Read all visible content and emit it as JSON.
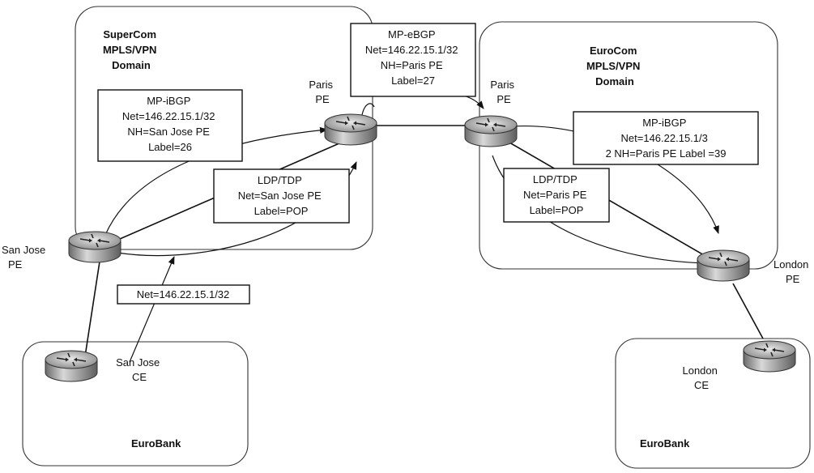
{
  "domains": {
    "supercom": [
      "SuperCom",
      "MPLS/VPN",
      "Domain"
    ],
    "eurocom": [
      "EuroCom",
      "MPLS/VPN",
      "Domain"
    ],
    "eurobank_left": "EuroBank",
    "eurobank_right": "EuroBank"
  },
  "routers": {
    "paris_pe_left": [
      "Paris",
      "PE"
    ],
    "paris_pe_right": [
      "Paris",
      "PE"
    ],
    "san_jose_pe": [
      "San Jose",
      "PE"
    ],
    "san_jose_ce": [
      "San Jose",
      "CE"
    ],
    "london_pe": [
      "London",
      "PE"
    ],
    "london_ce": [
      "London",
      "CE"
    ]
  },
  "boxes": {
    "mp_ebgp": [
      "MP-eBGP",
      "Net=146.22.15.1/32",
      "NH=Paris  PE",
      "Label=27"
    ],
    "mp_ibgp_left": [
      "MP-iBGP",
      "Net=146.22.15.1/32",
      "NH=San  Jose PE",
      "Label=26"
    ],
    "ldp_left": [
      "LDP/TDP",
      "Net=San  Jose PE",
      "Label=POP"
    ],
    "mp_ibgp_right": [
      "MP-iBGP",
      "Net=146.22.15.1/3",
      "2 NH=Paris PE  Label =39"
    ],
    "ldp_right": [
      "LDP/TDP",
      "Net=Paris  PE",
      "Label=POP"
    ],
    "net_sanjose": [
      "Net=146.22.15.1/32"
    ]
  }
}
